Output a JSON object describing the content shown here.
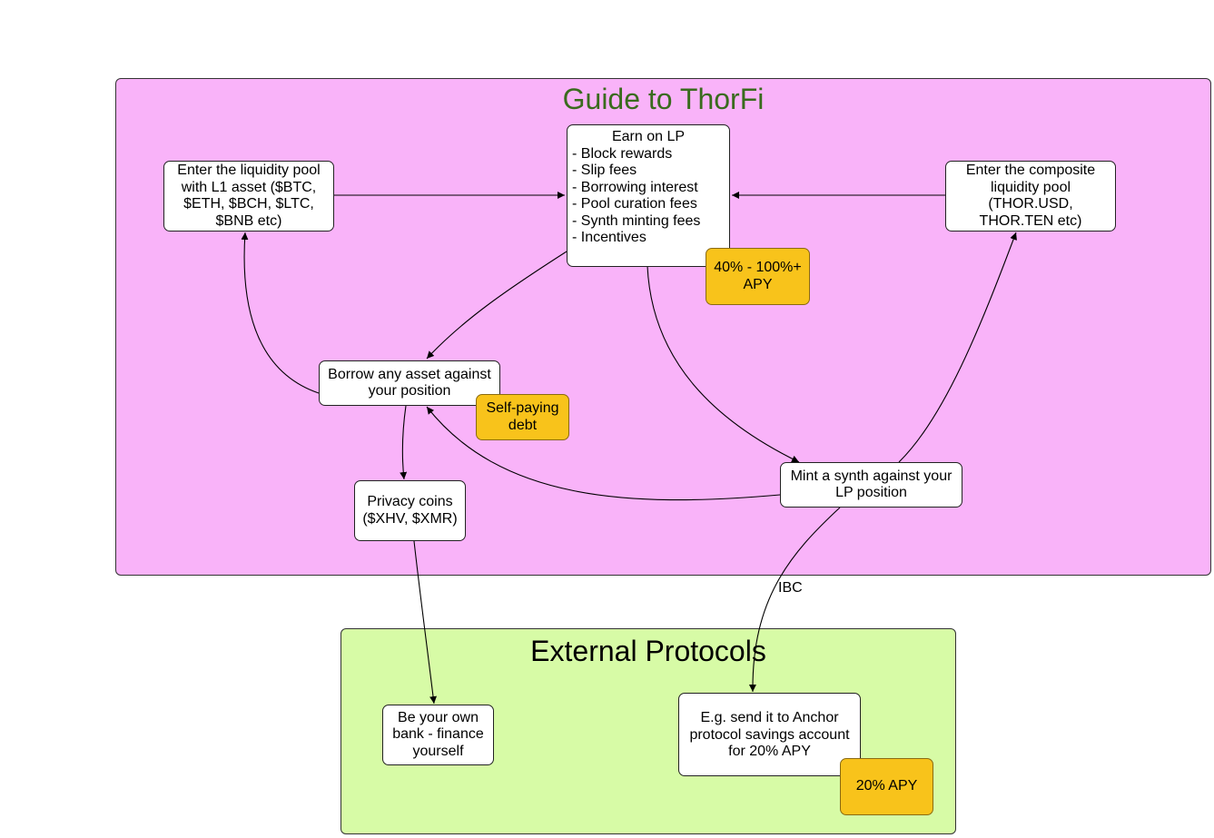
{
  "diagram": {
    "title": "Guide to ThorFi",
    "colors": {
      "thorfi_region": "#f9b3f9",
      "external_region": "#d7fba6",
      "highlight_badge": "#f8c31b",
      "title_green": "#3a6b1e"
    },
    "nodes": {
      "enter_l1": "Enter the liquidity pool with L1 asset ($BTC, $ETH, $BCH, $LTC, $BNB etc)",
      "earn_lp": {
        "title": "Earn on LP",
        "items": [
          "- Block rewards",
          "- Slip fees",
          "- Borrowing interest",
          "- Pool curation fees",
          "- Synth minting fees",
          "- Incentives"
        ]
      },
      "enter_composite": "Enter the composite liquidity pool (THOR.USD, THOR.TEN etc)",
      "apy_badge": "40% - 100%+ APY",
      "borrow": "Borrow any asset against your position",
      "self_paying": "Self-paying debt",
      "mint_synth": "Mint a synth against your LP position",
      "privacy_coins": "Privacy coins ($XHV, $XMR)"
    },
    "external": {
      "title": "External Protocols",
      "own_bank": "Be your own bank - finance yourself",
      "anchor": "E.g. send it to Anchor protocol savings account for 20% APY",
      "anchor_apy": "20% APY"
    },
    "edge_labels": {
      "ibc": "IBC"
    },
    "edges": [
      {
        "from": "enter_l1",
        "to": "earn_lp"
      },
      {
        "from": "enter_composite",
        "to": "earn_lp"
      },
      {
        "from": "earn_lp",
        "to": "borrow"
      },
      {
        "from": "earn_lp",
        "to": "mint_synth"
      },
      {
        "from": "borrow",
        "to": "enter_l1"
      },
      {
        "from": "borrow",
        "to": "privacy_coins"
      },
      {
        "from": "mint_synth",
        "to": "borrow"
      },
      {
        "from": "mint_synth",
        "to": "enter_composite"
      },
      {
        "from": "privacy_coins",
        "to": "own_bank"
      },
      {
        "from": "mint_synth",
        "to": "anchor",
        "label": "IBC"
      }
    ]
  }
}
